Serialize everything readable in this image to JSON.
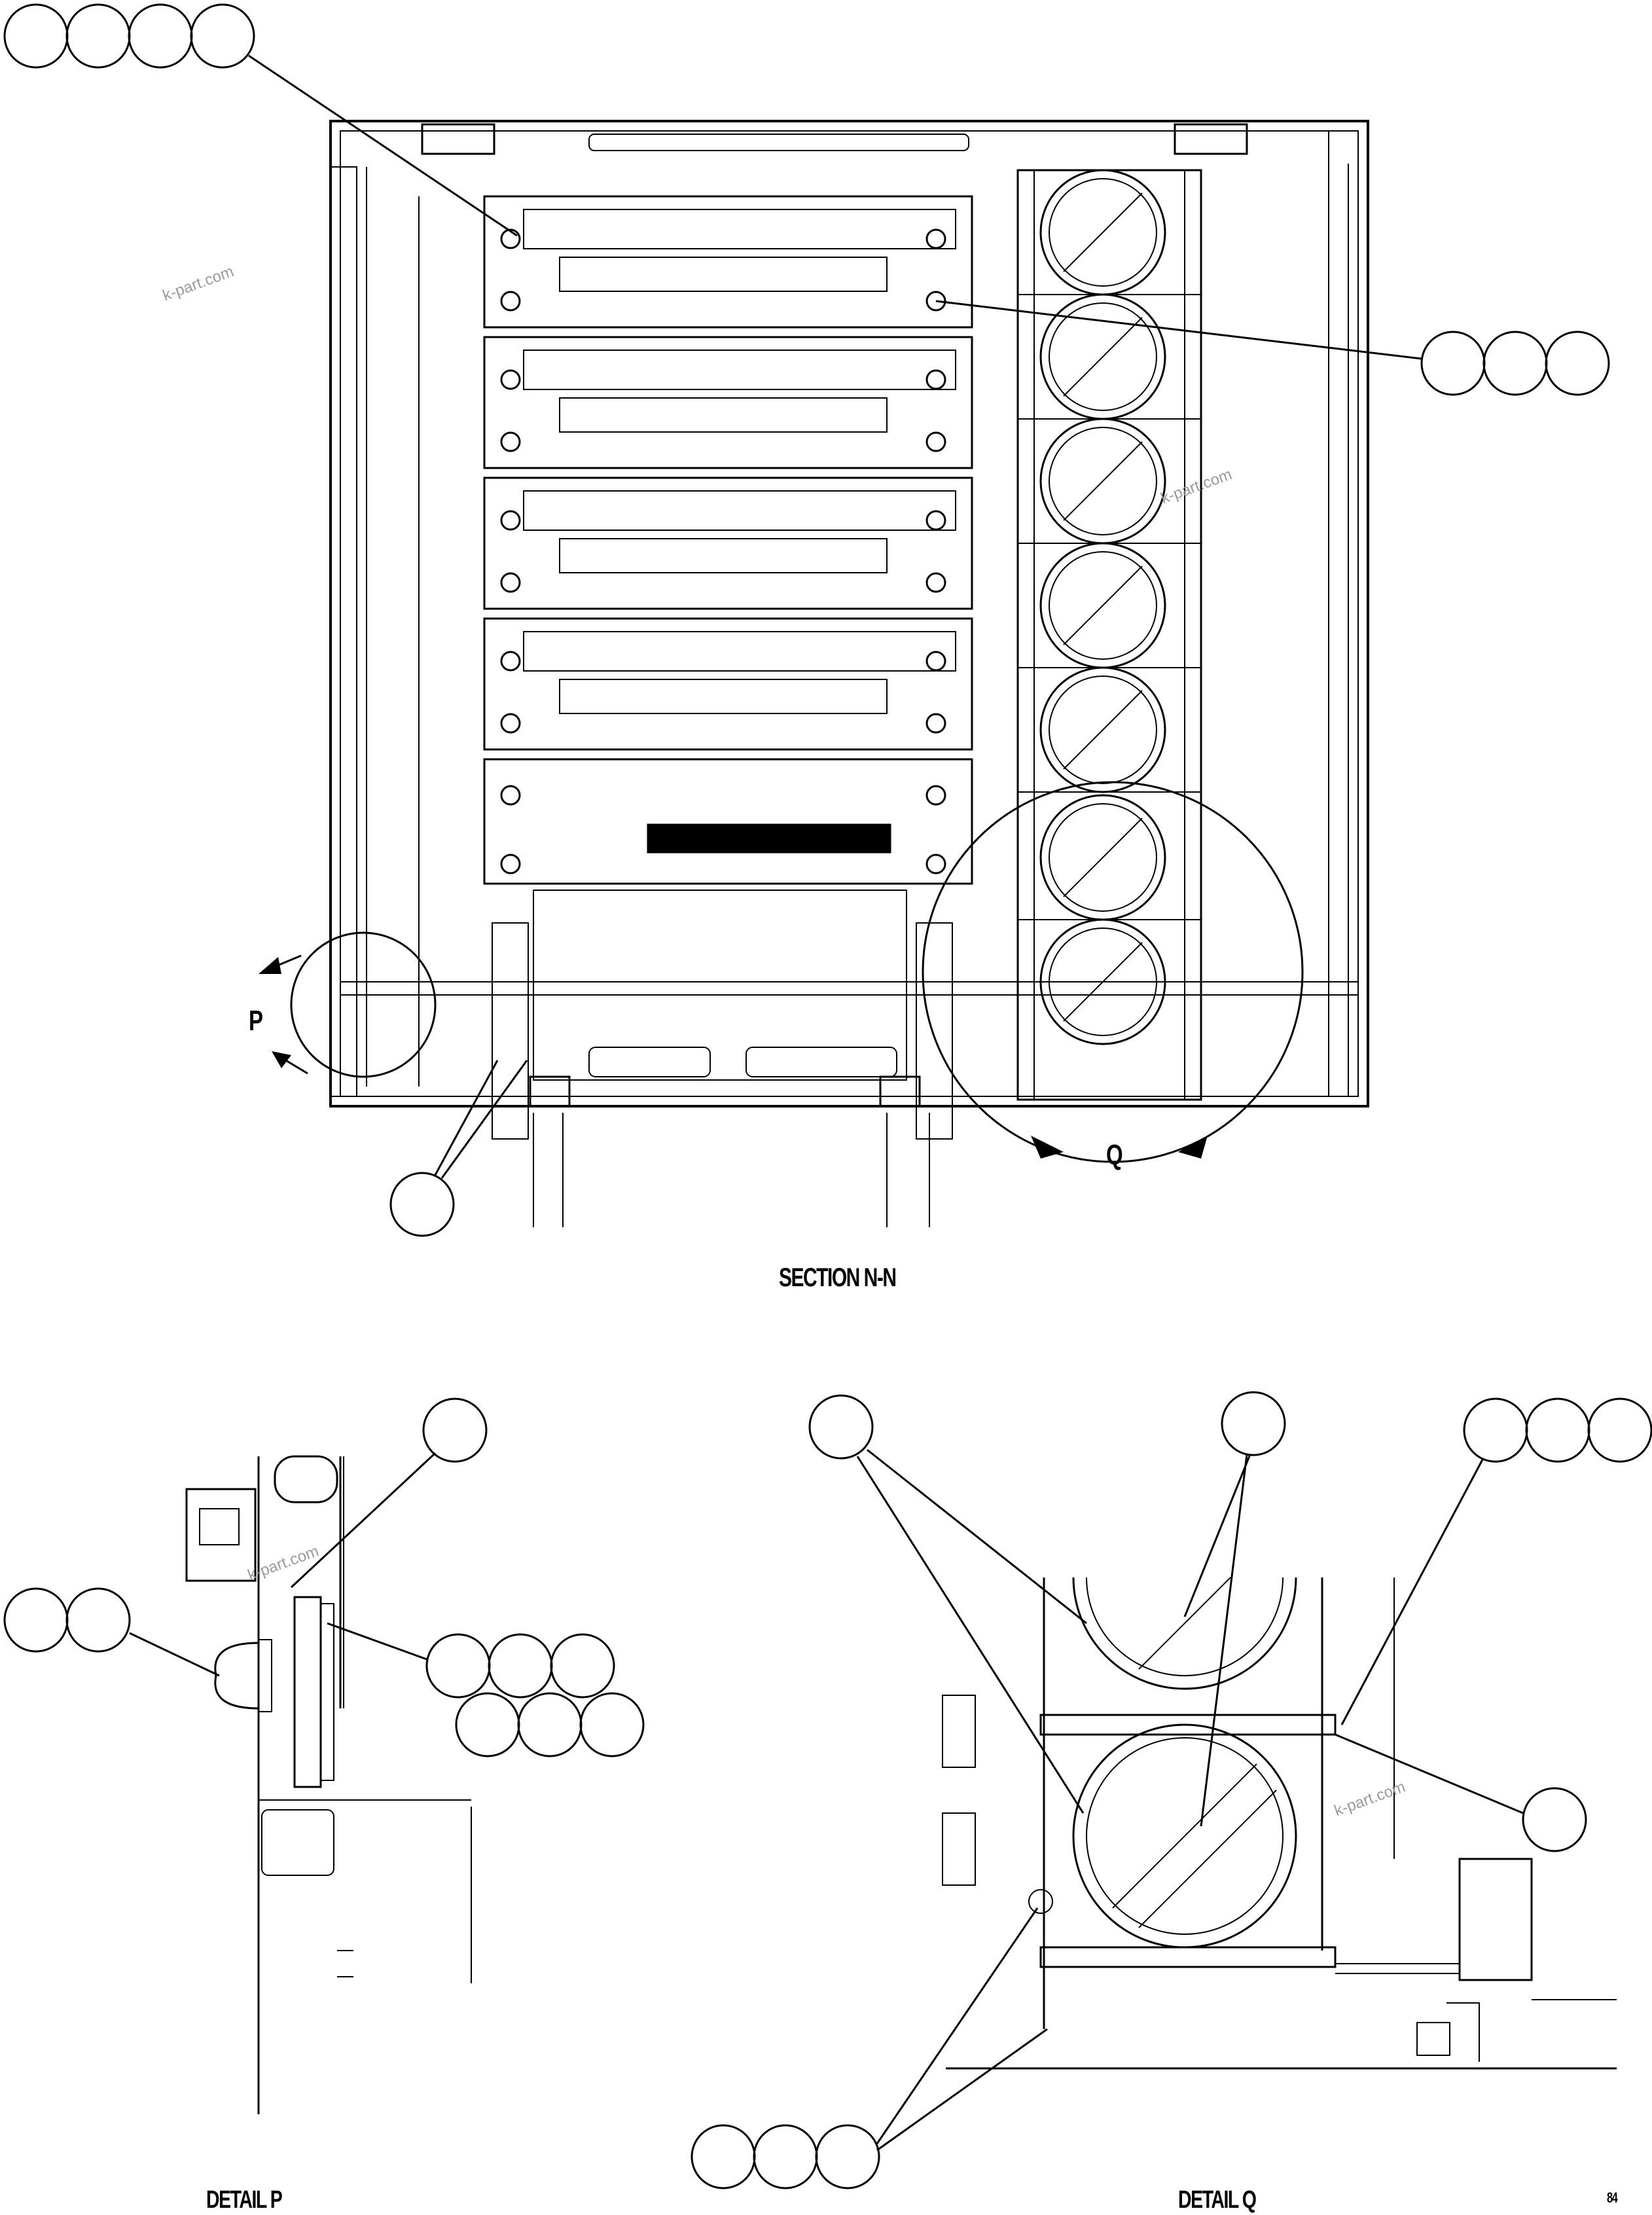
{
  "labels": {
    "section": "SECTION N-N",
    "detail_p_ref": "P",
    "detail_q_ref": "Q",
    "detail_p": "DETAIL P",
    "detail_q": "DETAIL Q",
    "sheet_code": "84"
  },
  "watermark": "k-part.com",
  "colors": {
    "line": "#000000",
    "background": "#ffffff",
    "watermark": "#9a9a9a"
  }
}
